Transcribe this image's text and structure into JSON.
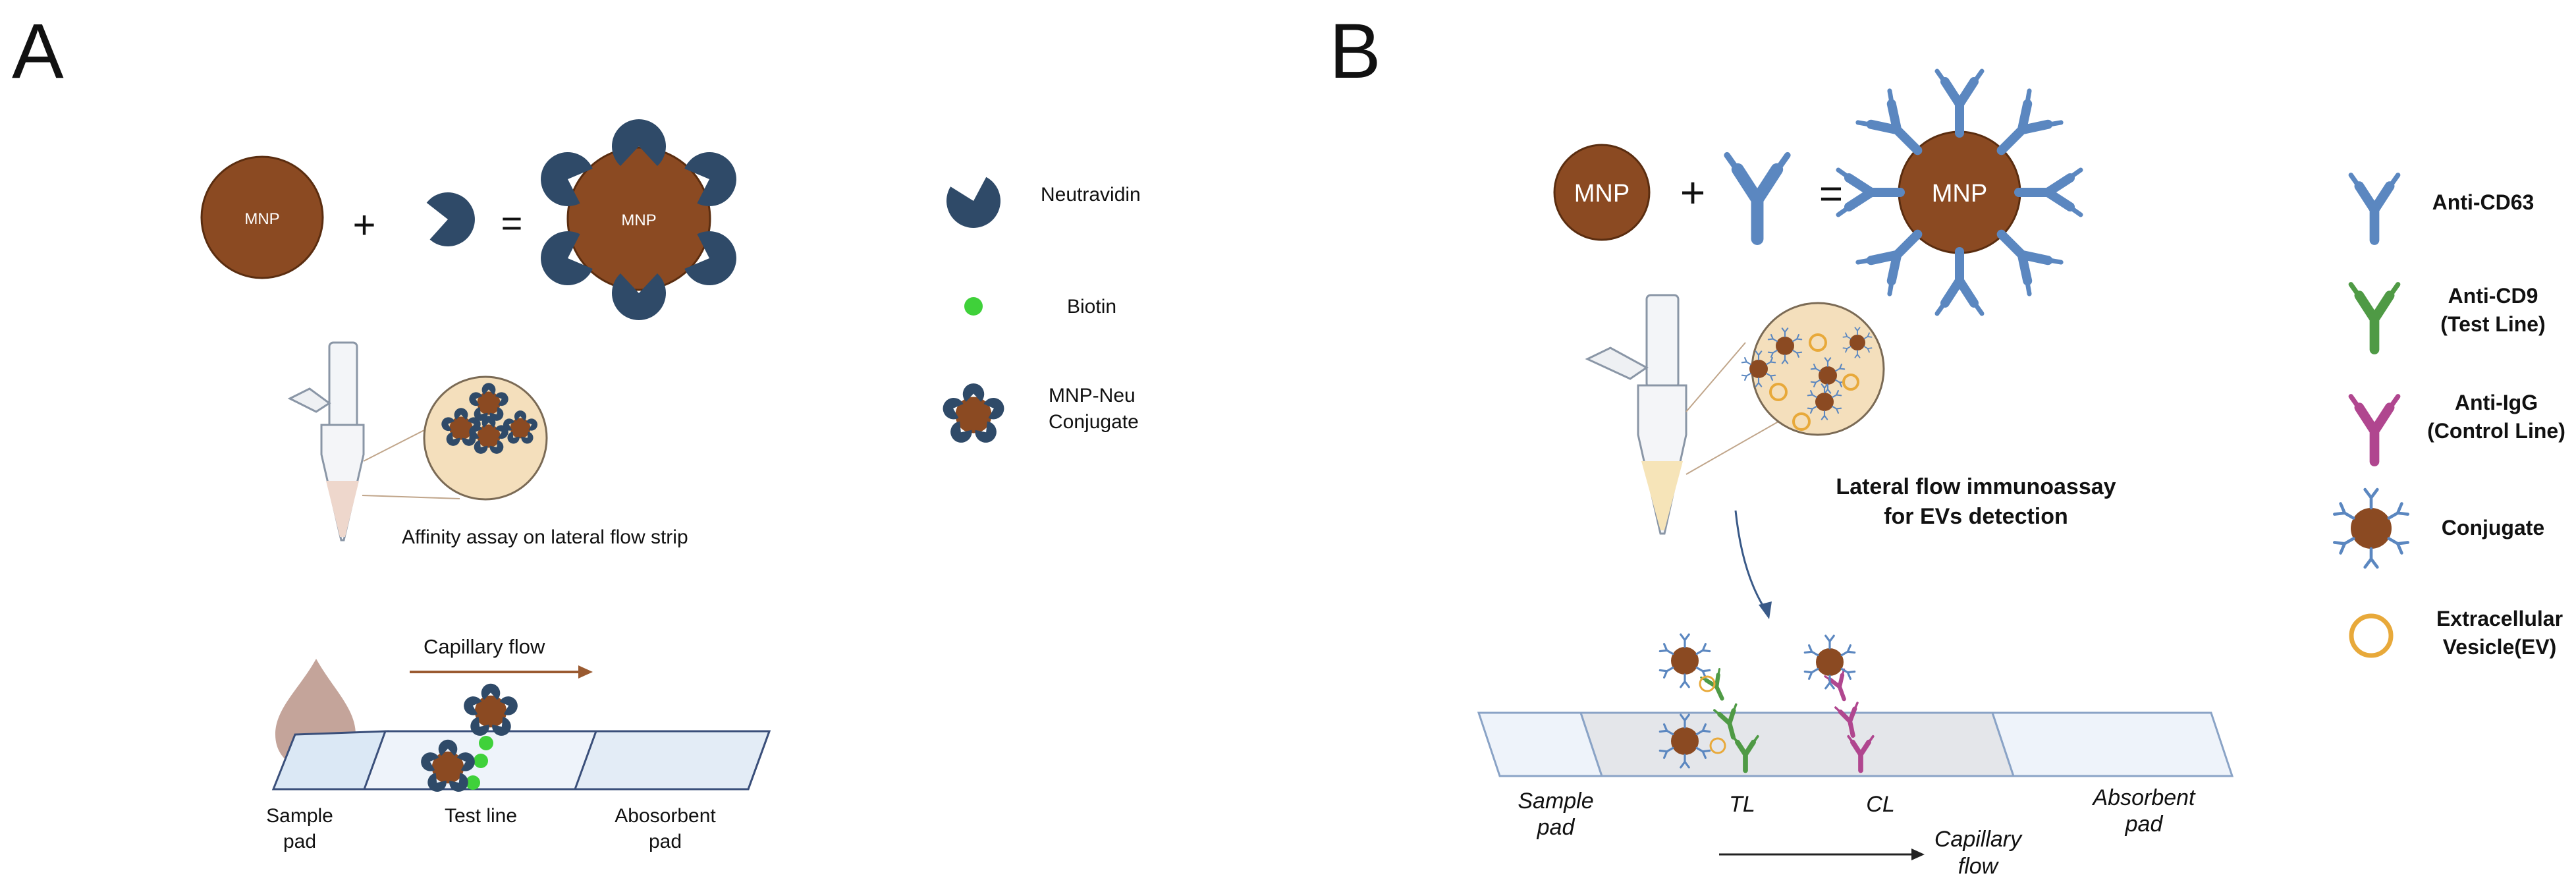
{
  "panel_a": {
    "letter": "A",
    "mnp_label": "MNP",
    "plus": "+",
    "equals": "=",
    "conjugate_label": "MNP",
    "assay_label": "Affinity assay on lateral flow strip",
    "capillary_label": "Capillary flow",
    "legend": {
      "neutravidin": "Neutravidin",
      "biotin": "Biotin",
      "conjugate_line1": "MNP-Neu",
      "conjugate_line2": "Conjugate"
    },
    "strip": {
      "sample_line1": "Sample",
      "sample_line2": "pad",
      "test_line": "Test line",
      "absorbent_line1": "Abosorbent",
      "absorbent_line2": "pad"
    }
  },
  "panel_b": {
    "letter": "B",
    "mnp_label": "MNP",
    "plus": "+",
    "equals": "=",
    "conjugate_label": "MNP",
    "lfa_line1": "Lateral flow immunoassay",
    "lfa_line2": "for EVs detection",
    "capillary_line1": "Capillary",
    "capillary_line2": "flow",
    "strip": {
      "sample_line1": "Sample",
      "sample_line2": "pad",
      "tl": "TL",
      "cl": "CL",
      "absorbent_line1": "Absorbent",
      "absorbent_line2": "pad"
    },
    "legend": {
      "anti_cd63": "Anti-CD63",
      "anti_cd9_line1": "Anti-CD9",
      "anti_cd9_line2": "(Test Line)",
      "anti_igg_line1": "Anti-IgG",
      "anti_igg_line2": "(Control Line)",
      "conjugate": "Conjugate",
      "ev_line1": "Extracellular",
      "ev_line2": "Vesicle(EV)"
    }
  },
  "icons": {
    "nanoparticle": "mnp-sphere-icon",
    "neutravidin": "pacman-icon",
    "biotin": "dot-icon",
    "antibody": "y-shape-icon",
    "tube": "eppendorf-tube-icon",
    "drop": "droplet-icon",
    "vesicle": "ring-icon"
  },
  "colors": {
    "mnp_brown": "#8b4a22",
    "neutravidin_navy": "#2f4a68",
    "biotin_green": "#3fd13a",
    "cd63_blue": "#5b87c0",
    "cd9_green": "#4f9a45",
    "igg_magenta": "#b0468f",
    "ev_orange": "#e8a93a",
    "flow_arrow_brown": "#9a5a30",
    "magnifier_fill": "#f4dfbc"
  }
}
